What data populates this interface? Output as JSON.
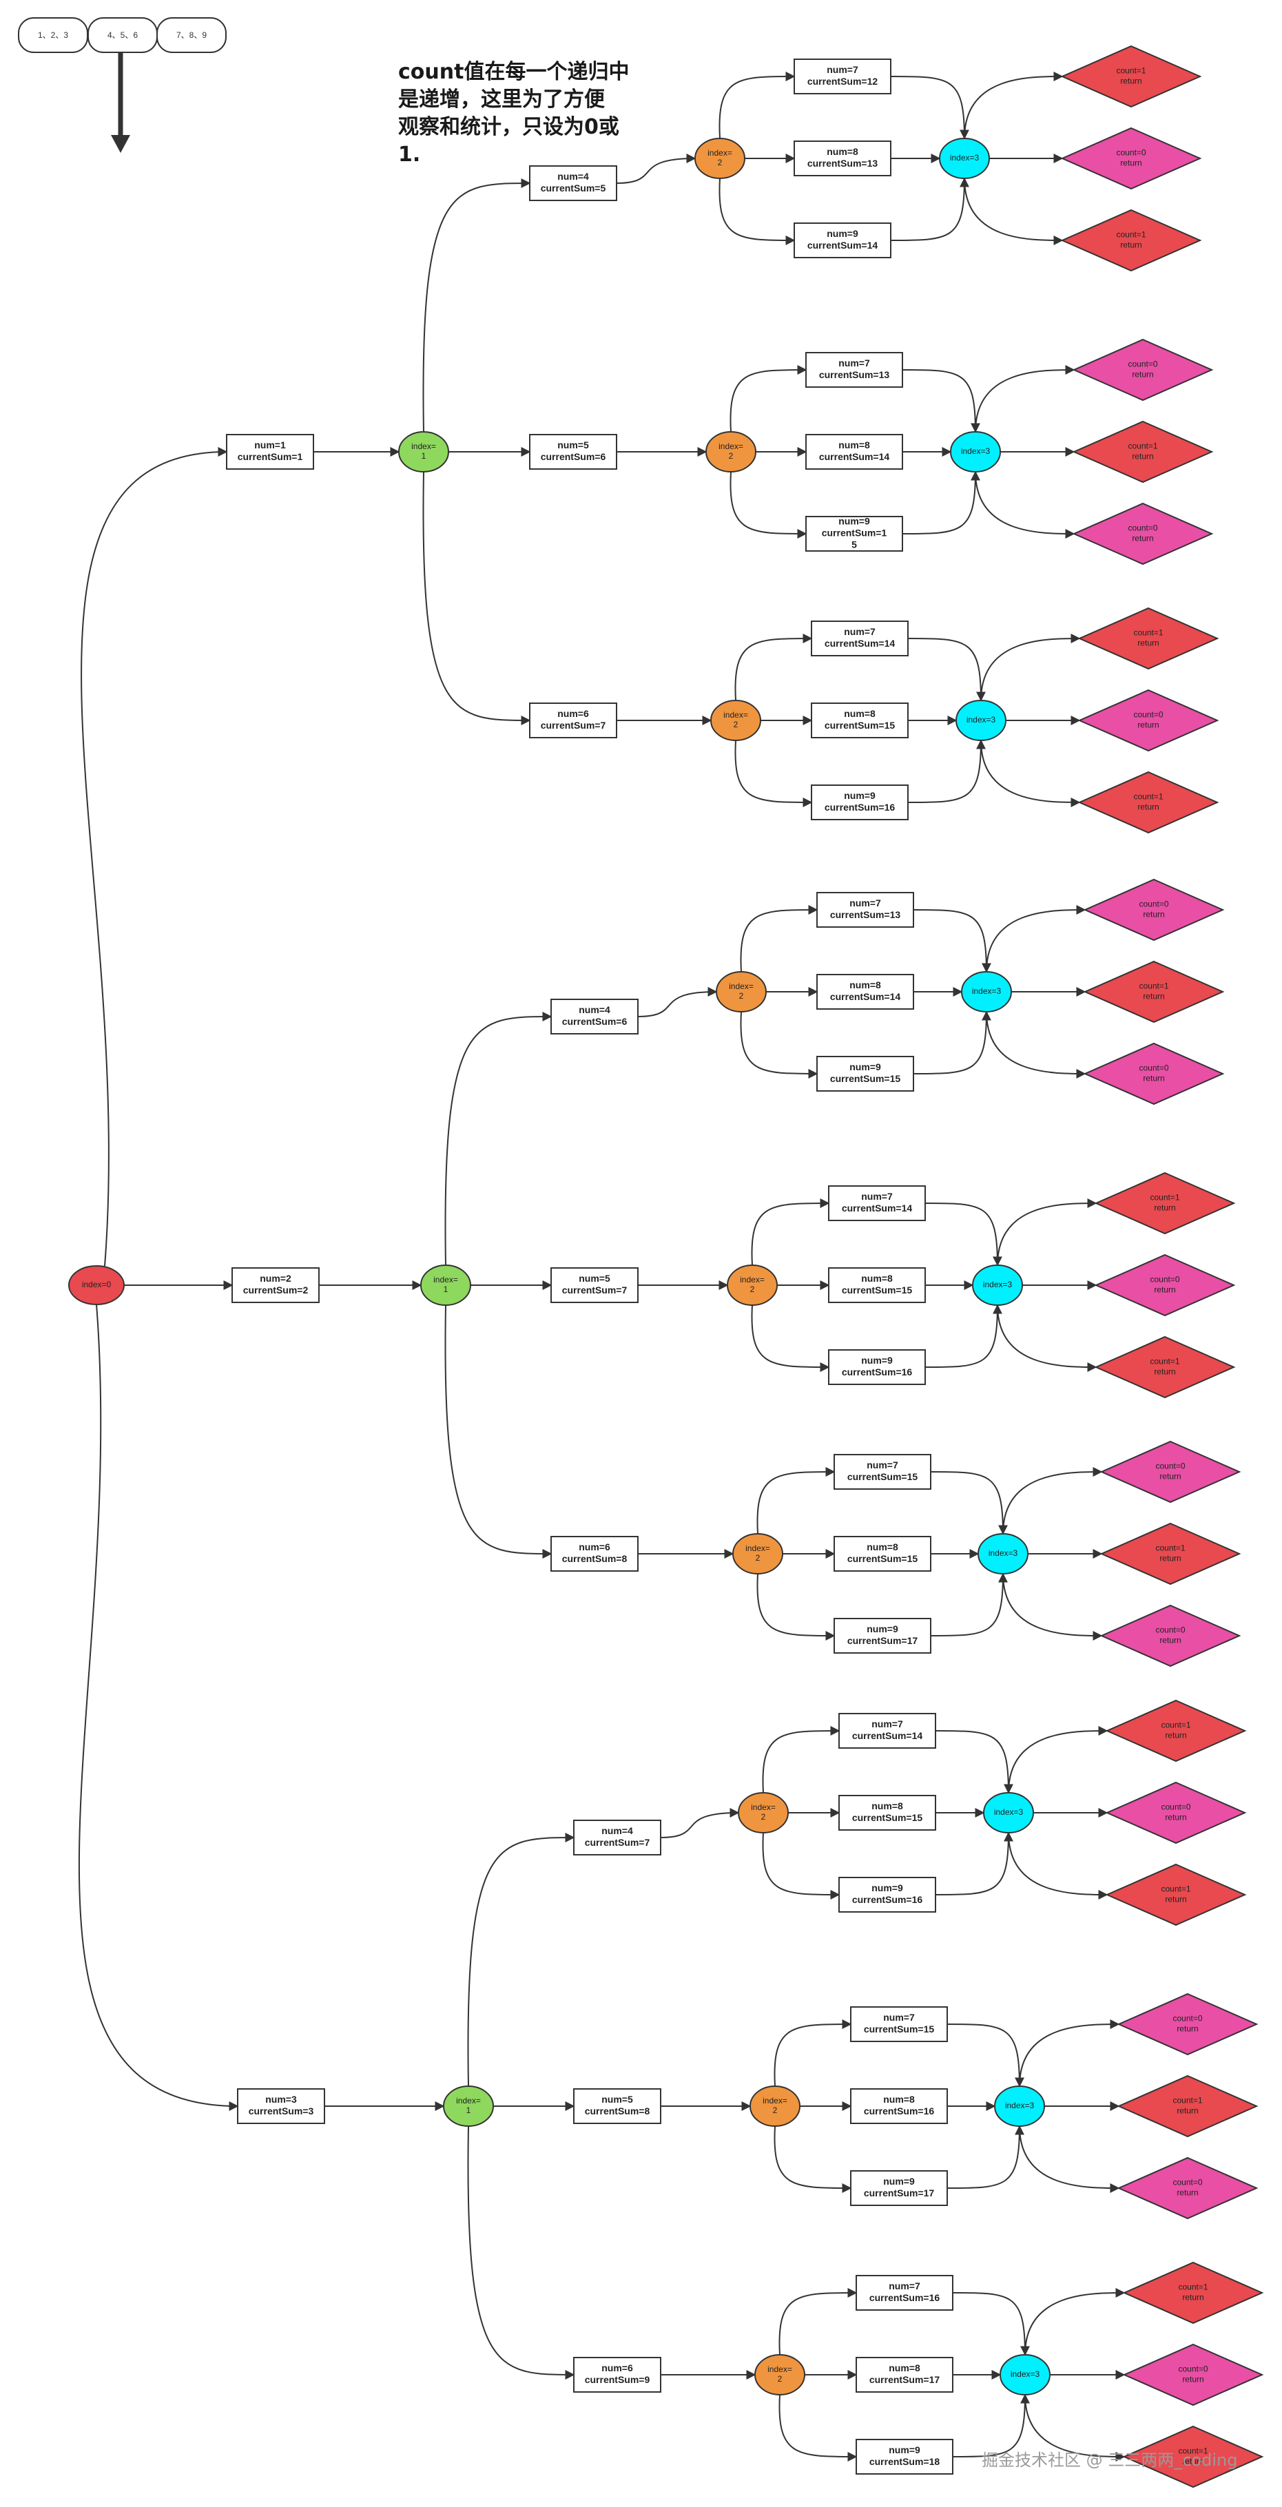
{
  "header_tabs": [
    "1、2、3",
    "4、5、6",
    "7、8、9"
  ],
  "note_lines": [
    "count值在每一个递归中",
    "是递增，这里为了方便",
    "观察和统计，只设为0或",
    "1."
  ],
  "root_label": "index=0",
  "index1_label": [
    "index=",
    "1"
  ],
  "index2_label": [
    "index=",
    "2"
  ],
  "index3_label": "index=3",
  "return_label": "return",
  "level1": [
    {
      "node": [
        "num=1",
        "currentSum=1"
      ],
      "children": [
        {
          "node": [
            "num=4",
            "currentSum=5"
          ],
          "leaves": [
            [
              "num=7",
              "currentSum=12"
            ],
            [
              "num=8",
              "currentSum=13"
            ],
            [
              "num=9",
              "currentSum=14"
            ]
          ],
          "counts": [
            "count=1",
            "count=0",
            "count=1"
          ]
        },
        {
          "node": [
            "num=5",
            "currentSum=6"
          ],
          "leaves": [
            [
              "num=7",
              "currentSum=13"
            ],
            [
              "num=8",
              "currentSum=14"
            ],
            [
              "num=9",
              "currentSum=1",
              "5"
            ]
          ],
          "counts": [
            "count=0",
            "count=1",
            "count=0"
          ]
        },
        {
          "node": [
            "num=6",
            "currentSum=7"
          ],
          "leaves": [
            [
              "num=7",
              "currentSum=14"
            ],
            [
              "num=8",
              "currentSum=15"
            ],
            [
              "num=9",
              "currentSum=16"
            ]
          ],
          "counts": [
            "count=1",
            "count=0",
            "count=1"
          ]
        }
      ]
    },
    {
      "node": [
        "num=2",
        "currentSum=2"
      ],
      "children": [
        {
          "node": [
            "num=4",
            "currentSum=6"
          ],
          "leaves": [
            [
              "num=7",
              "currentSum=13"
            ],
            [
              "num=8",
              "currentSum=14"
            ],
            [
              "num=9",
              "currentSum=15"
            ]
          ],
          "counts": [
            "count=0",
            "count=1",
            "count=0"
          ]
        },
        {
          "node": [
            "num=5",
            "currentSum=7"
          ],
          "leaves": [
            [
              "num=7",
              "currentSum=14"
            ],
            [
              "num=8",
              "currentSum=15"
            ],
            [
              "num=9",
              "currentSum=16"
            ]
          ],
          "counts": [
            "count=1",
            "count=0",
            "count=1"
          ]
        },
        {
          "node": [
            "num=6",
            "currentSum=8"
          ],
          "leaves": [
            [
              "num=7",
              "currentSum=15"
            ],
            [
              "num=8",
              "currentSum=15"
            ],
            [
              "num=9",
              "currentSum=17"
            ]
          ],
          "counts": [
            "count=0",
            "count=1",
            "count=0"
          ]
        }
      ]
    },
    {
      "node": [
        "num=3",
        "currentSum=3"
      ],
      "children": [
        {
          "node": [
            "num=4",
            "currentSum=7"
          ],
          "leaves": [
            [
              "num=7",
              "currentSum=14"
            ],
            [
              "num=8",
              "currentSum=15"
            ],
            [
              "num=9",
              "currentSum=16"
            ]
          ],
          "counts": [
            "count=1",
            "count=0",
            "count=1"
          ]
        },
        {
          "node": [
            "num=5",
            "currentSum=8"
          ],
          "leaves": [
            [
              "num=7",
              "currentSum=15"
            ],
            [
              "num=8",
              "currentSum=16"
            ],
            [
              "num=9",
              "currentSum=17"
            ]
          ],
          "counts": [
            "count=0",
            "count=1",
            "count=0"
          ]
        },
        {
          "node": [
            "num=6",
            "currentSum=9"
          ],
          "leaves": [
            [
              "num=7",
              "currentSum=16"
            ],
            [
              "num=8",
              "currentSum=17"
            ],
            [
              "num=9",
              "currentSum=18"
            ]
          ],
          "counts": [
            "count=1",
            "count=0",
            "count=1"
          ]
        }
      ]
    }
  ],
  "watermark": "掘金技术社区 @ 三三两两_coding",
  "colors": {
    "root": "#e84a4f",
    "index1": "#8fd85e",
    "index2": "#f0953f",
    "index3": "#00f0ff",
    "count_one": "#e84a4f",
    "count_zero": "#e84fa5",
    "line": "#333333"
  }
}
